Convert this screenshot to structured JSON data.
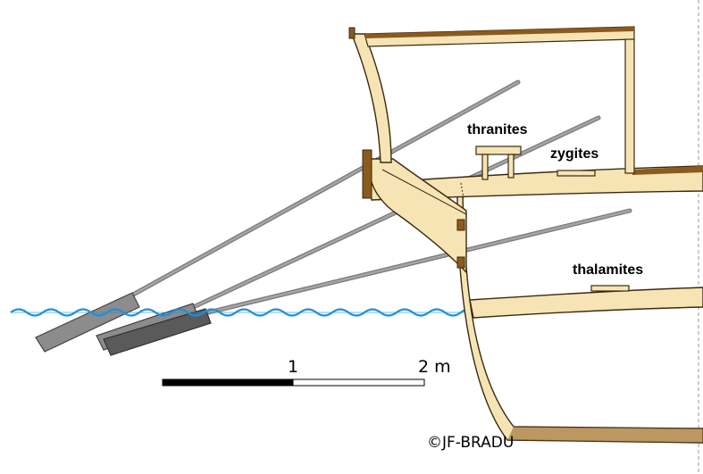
{
  "labels": {
    "thranites": "thranites",
    "zygites": "zygites",
    "thalamites": "thalamites"
  },
  "scale": {
    "mark_1": "1",
    "mark_2": "2 m"
  },
  "credit": "©JF-BRADU",
  "colors": {
    "wood_light": "#f7e4b5",
    "wood_dark": "#8b5a1e",
    "outline": "#3a2a10",
    "water": "#1e90d6",
    "oar_grey": "#8c8c8c",
    "oar_dark": "#5a5a5a"
  }
}
